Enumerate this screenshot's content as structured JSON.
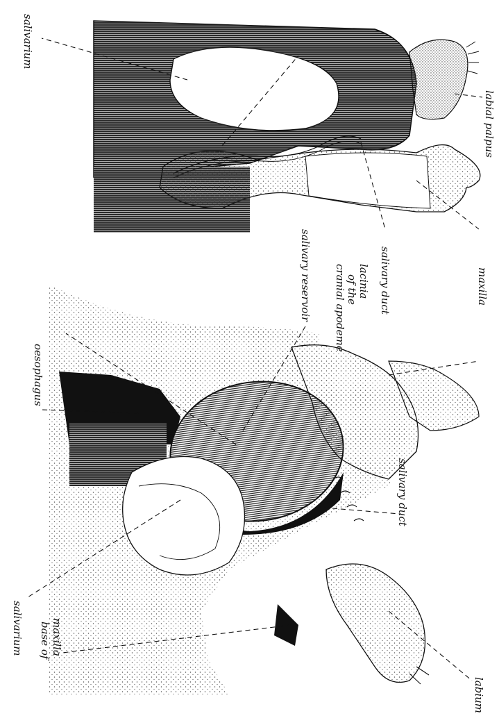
{
  "labels": {
    "labial_palpus": "labial palpus",
    "salivarium_top": "salivarium",
    "salivary_reservoir": "salivary reservoir",
    "cranial_apodeme_1": "cranial apodeme",
    "cranial_apodeme_2": "of the",
    "cranial_apodeme_3": "lacinia",
    "salivary_duct_top": "salivary duct",
    "maxilla": "maxilla",
    "oesophagus": "oesophagus",
    "salivary_duct_bottom": "salivary duct",
    "salivarium_bottom": "salivarium",
    "base_of_maxilla_1": "base of",
    "base_of_maxilla_2": "maxilla",
    "labium": "labium"
  },
  "colors": {
    "ink": "#111111",
    "muscle_dark": "#1c1c1c",
    "stipple": "#555555",
    "background": "#ffffff"
  }
}
